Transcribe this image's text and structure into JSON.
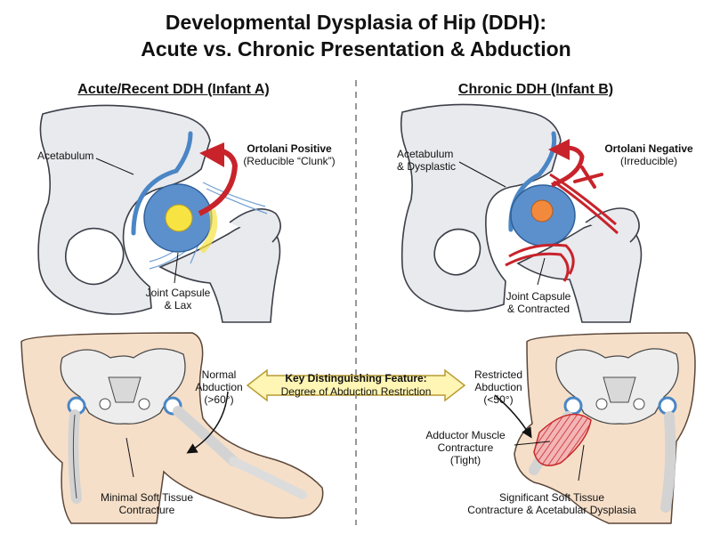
{
  "title": {
    "line1": "Developmental Dysplasia of Hip (DDH):",
    "line2": "Acute vs. Chronic Presentation & Abduction"
  },
  "acute": {
    "heading": "Acute/Recent DDH (Infant A)",
    "acetabulum_label": "Acetabulum",
    "ortolani_title": "Ortolani Positive",
    "ortolani_sub": "(Reducible “Clunk”)",
    "capsule_line1": "Joint Capsule",
    "capsule_line2": "& Lax",
    "abduction_line1": "Normal",
    "abduction_line2": "Abduction",
    "abduction_line3": "(>60°)",
    "soft_tissue_line1": "Minimal Soft Tissue",
    "soft_tissue_line2": "Contracture"
  },
  "chronic": {
    "heading": "Chronic DDH (Infant B)",
    "acetabulum_line1": "Acetabulum",
    "acetabulum_line2": "& Dysplastic",
    "ortolani_title": "Ortolani Negative",
    "ortolani_sub": "(Irreducible)",
    "capsule_line1": "Joint Capsule",
    "capsule_line2": "& Contracted",
    "abduction_line1": "Restricted",
    "abduction_line2": "Abduction",
    "abduction_line3": "(<50°)",
    "adductor_line1": "Adductor Muscle",
    "adductor_line2": "Contracture",
    "adductor_line3": "(Tight)",
    "soft_tissue_line1": "Significant Soft Tissue",
    "soft_tissue_line2": "Contracture & Acetabular Dysplasia"
  },
  "key_feature": {
    "title": "Key Distinguishing Feature:",
    "subtitle": "Degree of Abduction Restriction"
  },
  "colors": {
    "bone": "#e9eaee",
    "bone_outline": "#3c3f48",
    "acetabulum_blue": "#4a86c5",
    "femoral_head_blue": "#5b90cd",
    "head_core_yellow": "#f7e342",
    "head_core_orange": "#f18a3d",
    "red_arrow": "#c8232b",
    "skin": "#f6dfc9",
    "key_box_fill": "#fff5b4",
    "key_box_stroke": "#b89c34"
  }
}
